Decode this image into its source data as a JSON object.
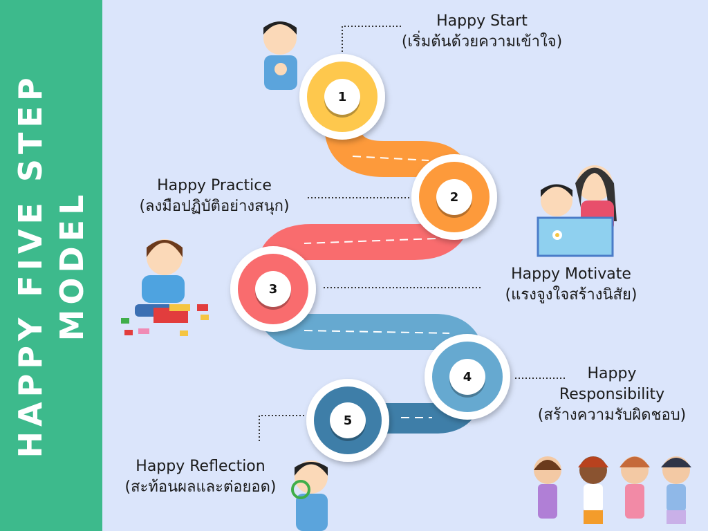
{
  "title_lines": [
    "HAPPY FIVE STEP",
    "MODEL"
  ],
  "steps": [
    {
      "number": "1",
      "title": "Happy Start",
      "subtitle": "(เริ่มต้นด้วยความเข้าใจ)",
      "color": "#fec84d"
    },
    {
      "number": "2",
      "title": "Happy Practice",
      "subtitle": "(ลงมือปฏิบัติอย่างสนุก)",
      "color": "#fd9a3b"
    },
    {
      "number": "3",
      "title": "Happy Motivate",
      "subtitle": "(แรงจูงใจสร้างนิสัย)",
      "color": "#f96c6e"
    },
    {
      "number": "4",
      "title_line1": "Happy",
      "title_line2": "Responsibility",
      "subtitle": "(สร้างความรับผิดชอบ)",
      "color": "#66a9d0"
    },
    {
      "number": "5",
      "title": "Happy Reflection",
      "subtitle": "(สะท้อนผลและต่อยอด)",
      "color": "#3e7ea8"
    }
  ],
  "colors": {
    "sidebar": "#3dba8c",
    "background": "#dbe5fb"
  }
}
